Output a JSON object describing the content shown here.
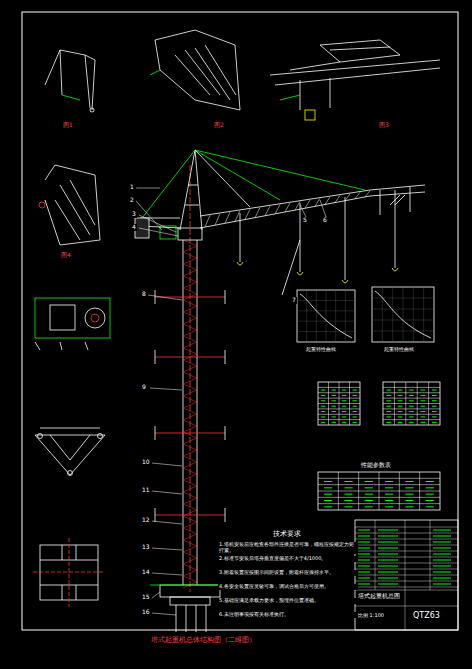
{
  "diagram": {
    "caption": "塔式起重机总体结构图（二维图）",
    "labels": [
      "图1",
      "图2",
      "图3",
      "图4",
      "技术要求",
      "1.塔机安装前应检查各部件连接是否可靠，螺栓应按规定力矩拧紧。",
      "2.标准节安装后塔身垂直度偏差不大于4/1000。",
      "3.附着装置应按图示间距设置，附着杆应保持水平。",
      "4.各安全装置应灵敏可靠，调试合格后方可使用。",
      "5.基础应满足承载力要求，预埋件位置准确。",
      "6.未注明事项按有关标准执行。",
      "起重特性曲线",
      "起重特性曲线",
      "性能参数表",
      "QTZ63",
      "塔式起重机总图",
      "比例 1:100",
      "1",
      "2",
      "3",
      "4",
      "5",
      "6",
      "7",
      "8",
      "9",
      "10",
      "11",
      "12",
      "13",
      "14",
      "15",
      "16"
    ]
  }
}
